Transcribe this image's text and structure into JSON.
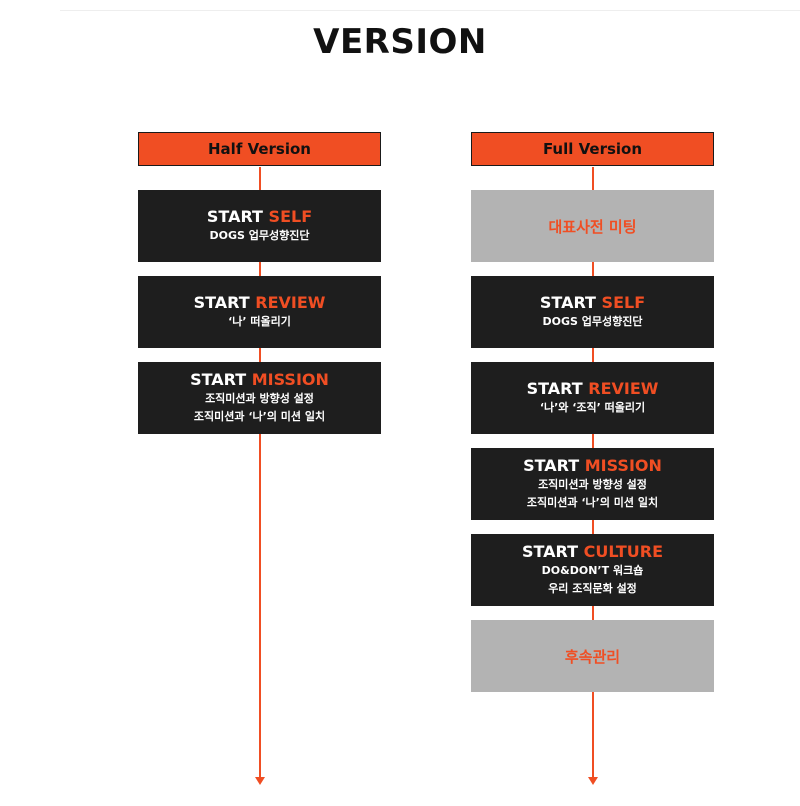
{
  "title": "VERSION",
  "colors": {
    "accent": "#f04e23",
    "dark": "#1e1e1e",
    "grey": "#b3b3b3"
  },
  "half": {
    "header": "Half Version",
    "steps": [
      {
        "prefix": "START",
        "highlight": "SELF",
        "lines": [
          "DOGS 업무성향진단"
        ]
      },
      {
        "prefix": "START",
        "highlight": "REVIEW",
        "lines": [
          "‘나’ 떠올리기"
        ]
      },
      {
        "prefix": "START",
        "highlight": "MISSION",
        "lines": [
          "조직미션과 방향성 설정",
          "조직미션과 ‘나’의 미션 일치"
        ]
      }
    ]
  },
  "full": {
    "header": "Full Version",
    "pre_step": "대표사전 미팅",
    "steps": [
      {
        "prefix": "START",
        "highlight": "SELF",
        "lines": [
          "DOGS 업무성향진단"
        ]
      },
      {
        "prefix": "START",
        "highlight": "REVIEW",
        "lines": [
          "‘나’와 ‘조직’ 떠올리기"
        ]
      },
      {
        "prefix": "START",
        "highlight": "MISSION",
        "lines": [
          "조직미션과 방향성 설정",
          "조직미션과 ‘나’의 미션 일치"
        ]
      },
      {
        "prefix": "START",
        "highlight": "CULTURE",
        "lines": [
          "DO&DON’T 워크숍",
          "우리 조직문화 설정"
        ]
      }
    ],
    "post_step": "후속관리"
  }
}
